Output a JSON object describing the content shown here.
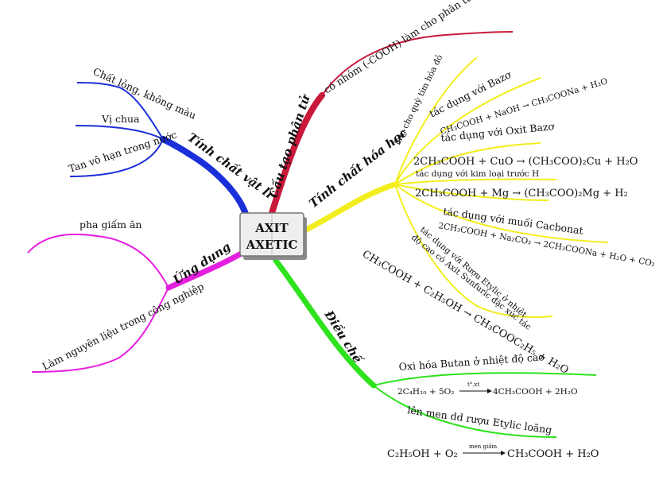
{
  "center": {
    "line1": "AXIT",
    "line2": "AXETIC"
  },
  "colors": {
    "cau_tao": "#c8193b",
    "hoa_hoc": "#f2ee1d",
    "dieu_che": "#2ee21d",
    "ung_dung": "#e51fe0",
    "vat_li": "#1b2fd8"
  },
  "branches": {
    "vat_li": {
      "label": "Tính chất vật lí",
      "items": [
        "Chất lỏng, không màu",
        "Vị chua",
        "Tan vô hạn trong nước"
      ]
    },
    "ung_dung": {
      "label": "Ứng dụng",
      "items": [
        "pha giấm ăn",
        "Làm nguyên liệu trong công nghiệp"
      ]
    },
    "cau_tao": {
      "label": "Cấu tạo phân tử",
      "items": [
        "có nhóm (-COOH) làm cho phân tử có tính Axit"
      ]
    },
    "hoa_hoc": {
      "label": "Tính chất hóa học",
      "items": [
        "làm cho quỳ tím hóa đỏ",
        "tác dụng với Bazơ",
        "CH₃COOH + NaOH → CH₃COONa + H₂O",
        "tác dụng với Oxit Bazơ",
        "2CH₃COOH + CuO → (CH₃COO)₂Cu + H₂O",
        "tác dụng với kim loại trước H",
        "2CH₃COOH + Mg → (CH₃COO)₂Mg + H₂",
        "tác dụng với muối Cacbonat",
        "2CH₃COOH + Na₂CO₃ → 2CH₃COONa + H₂O + CO₂",
        "tác dụng với Rượu Etylic ở nhiệt",
        "độ cao có Axit Sunfuric đặc xúc tác",
        "CH₃COOH + C₂H₅OH → CH₃COOC₂H₅ + H₂O"
      ]
    },
    "dieu_che": {
      "label": "Điều chế",
      "items": [
        "Oxi hóa Butan ở nhiệt độ cao",
        "2C₄H₁₀ + 5O₂",
        "t°,xt",
        "4CH₃COOH + 2H₂O",
        "lên men dd rượu Etylic loãng",
        "C₂H₅OH + O₂",
        "men giấm",
        "CH₃COOH + H₂O"
      ]
    }
  }
}
